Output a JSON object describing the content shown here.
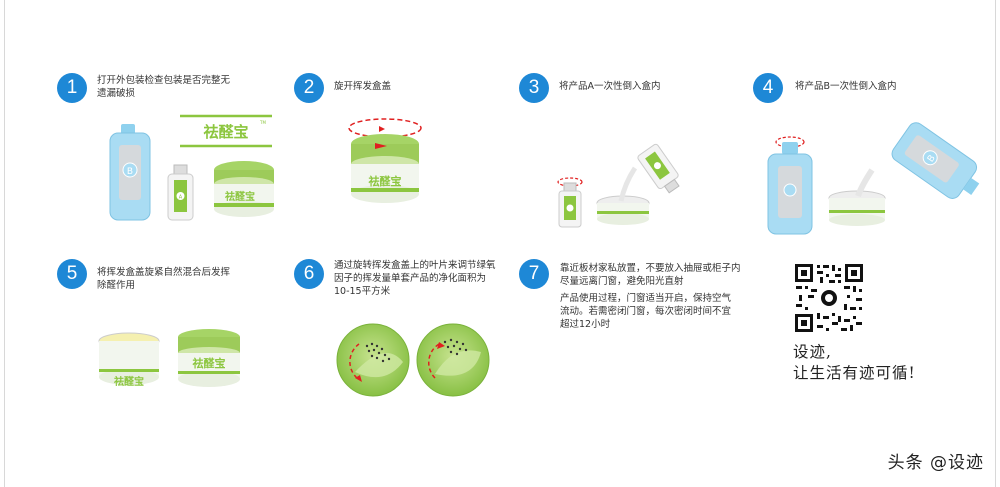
{
  "brand": {
    "name": "祛醛宝",
    "tm": "TM",
    "bottle_b_letter": "B",
    "bottle_a_letter": "A"
  },
  "steps": [
    {
      "num": "1",
      "text_l1": "打开外包装检查包装是否完整无",
      "text_l2": "遗漏破损"
    },
    {
      "num": "2",
      "text_l1": "旋开挥发盒盖"
    },
    {
      "num": "3",
      "text_l1": "将产品A一次性倒入盒内"
    },
    {
      "num": "4",
      "text_l1": "将产品B一次性倒入盒内"
    },
    {
      "num": "5",
      "text_l1": "将挥发盒盖旋紧自然混合后发挥",
      "text_l2": "除醛作用"
    },
    {
      "num": "6",
      "text_l1": "通过旋转挥发盒盖上的叶片来调节绿氧",
      "text_l2": "因子的挥发量单套产品的净化面积为",
      "text_l3": "10-15平方米"
    },
    {
      "num": "7",
      "text_l1": "靠近板材家私放置，不要放入抽屉或柜子内",
      "text_l2": "尽量远离门窗，避免阳光直射",
      "text_l3": "产品使用过程，门窗适当开启，保持空气",
      "text_l4": "流动。若需密闭门窗，每次密闭时间不宜",
      "text_l5": "超过12小时"
    }
  ],
  "slogan": {
    "line1": "设迹,",
    "line2": "让生活有迹可循!"
  },
  "watermark": "头条 @设迹",
  "colors": {
    "accent_blue": "#1e88d6",
    "brand_green": "#8cc63f",
    "bottle_blue": "#a9dcf3"
  }
}
